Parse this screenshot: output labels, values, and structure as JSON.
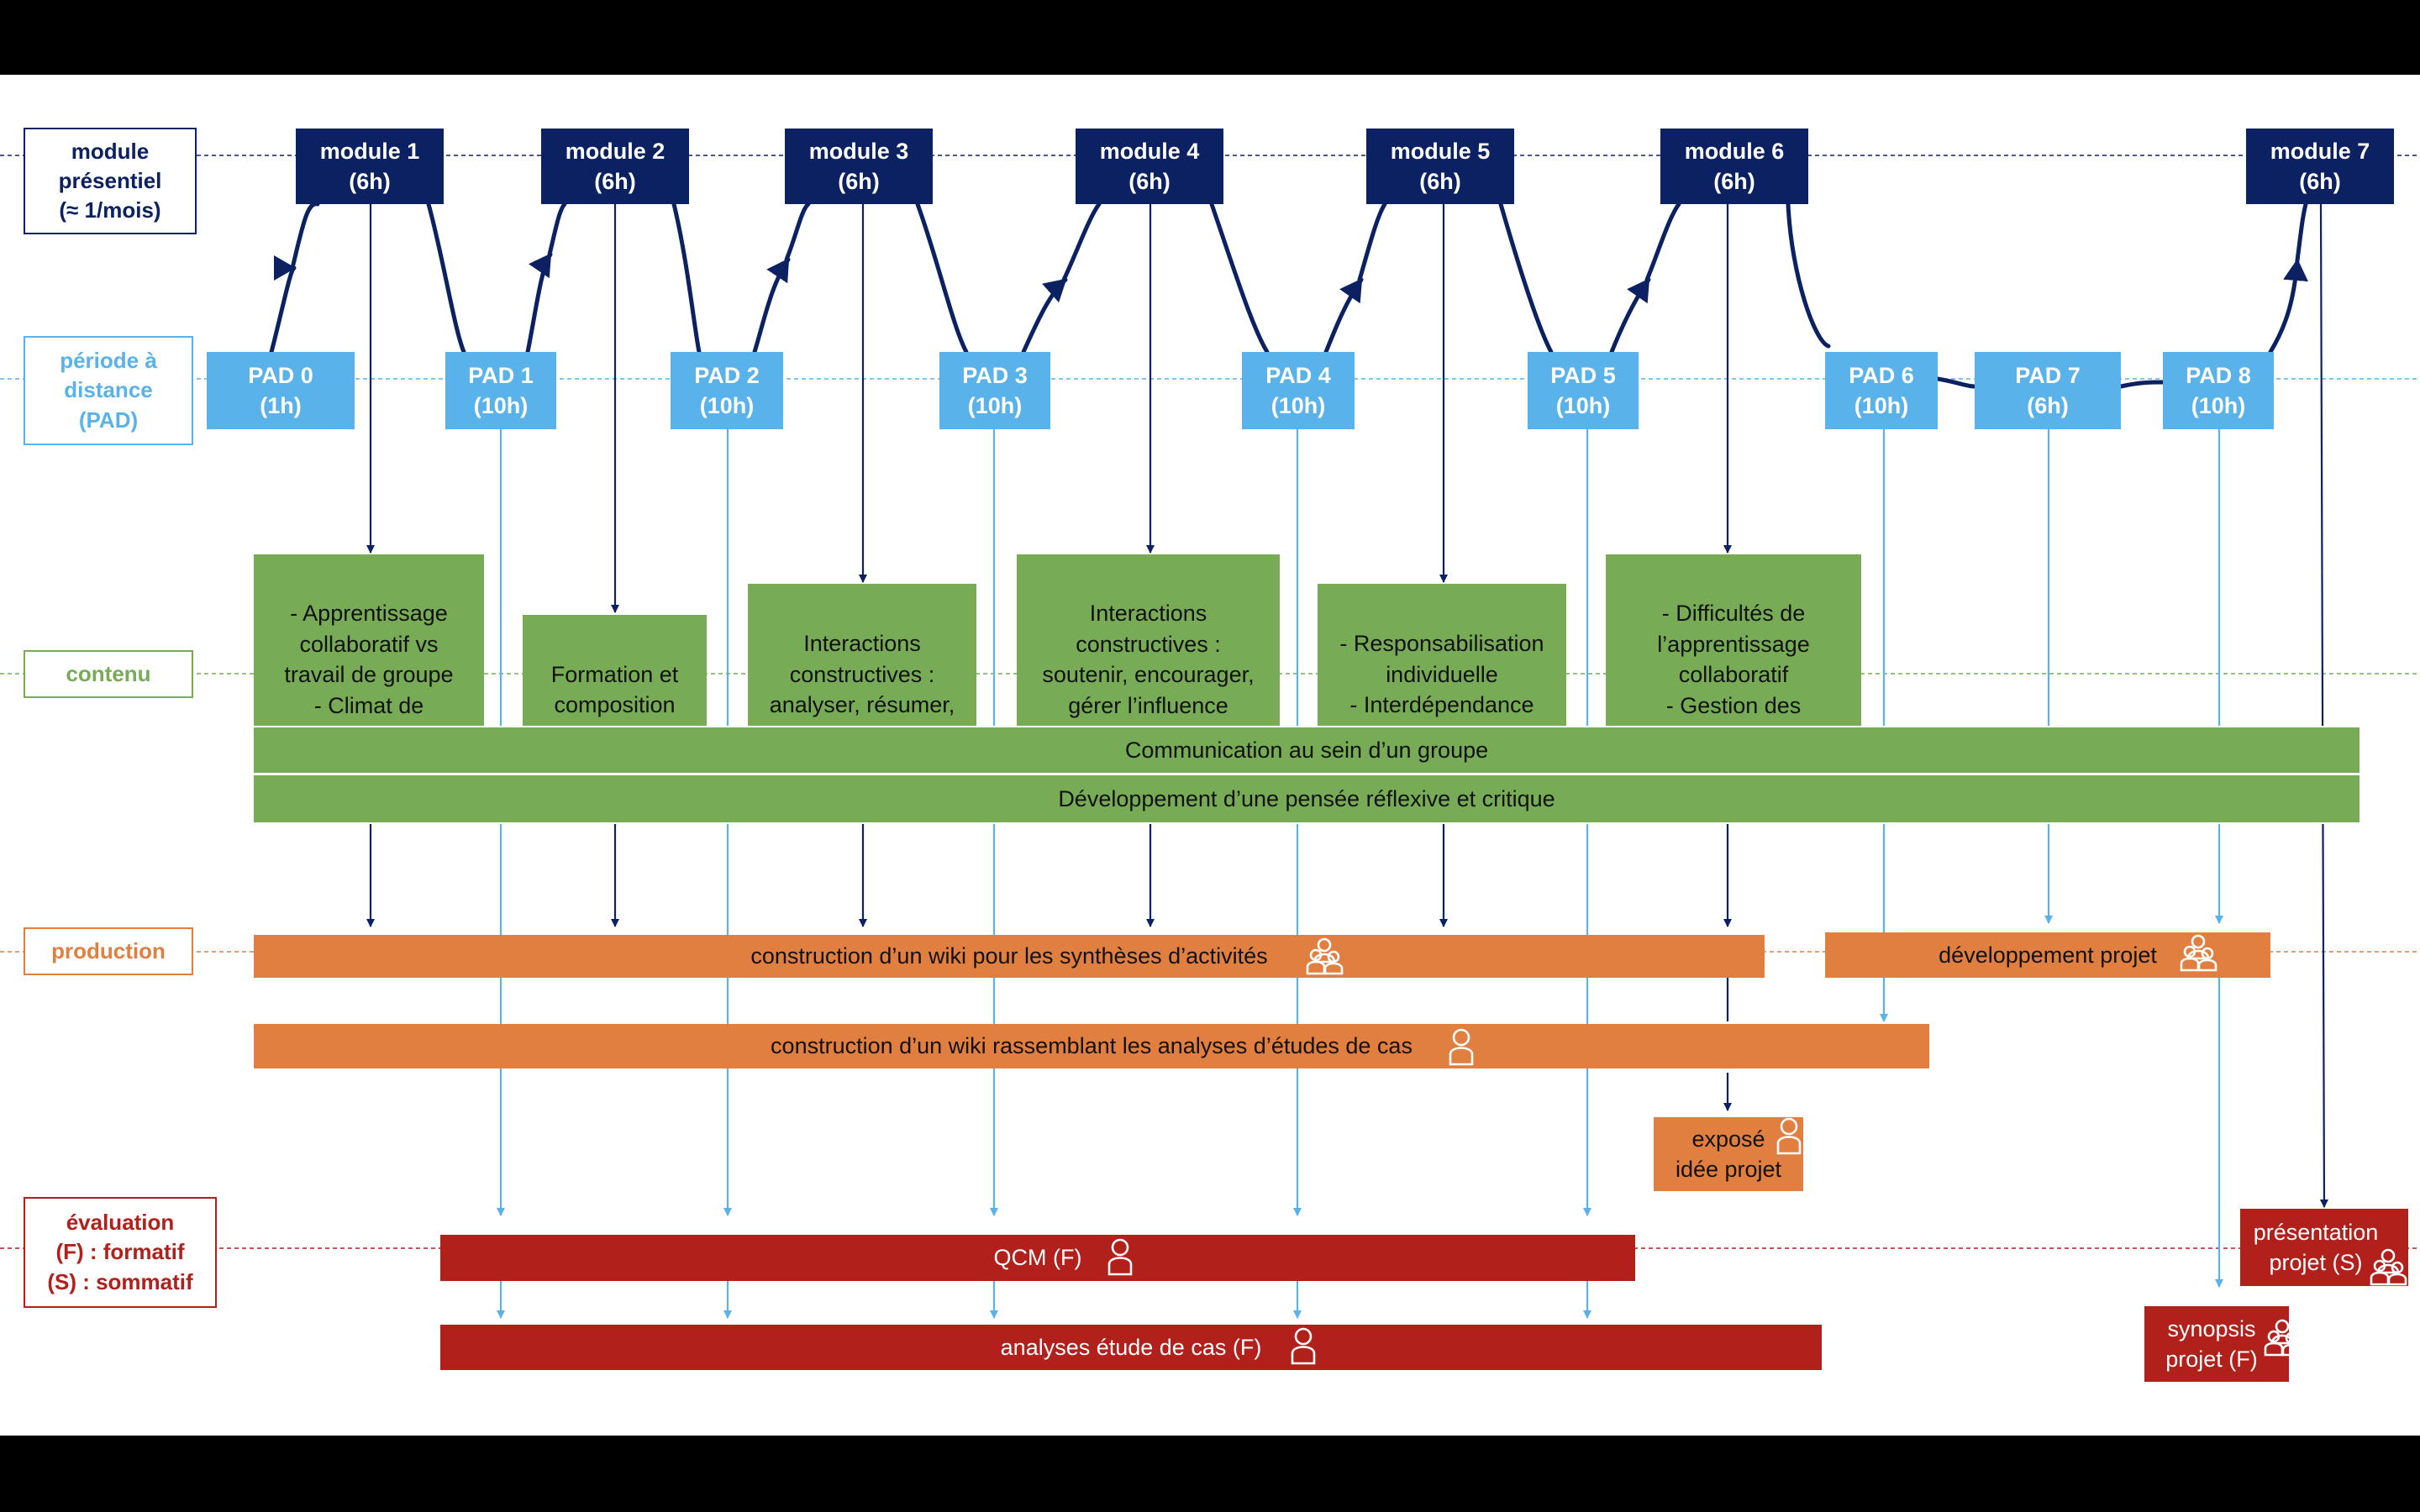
{
  "colors": {
    "dark_blue": "#0b2161",
    "light_blue": "#59b3ea",
    "green": "#77ab56",
    "orange": "#e17f40",
    "red": "#b1201b"
  },
  "row_labels": {
    "module": "module\nprésentiel\n(≈ 1/mois)",
    "pad": "période à\ndistance\n(PAD)",
    "contenu": "contenu",
    "production": "production",
    "evaluation": "évaluation\n(F) : formatif\n(S) : sommatif"
  },
  "modules": [
    {
      "label": "module 1\n(6h)"
    },
    {
      "label": "module 2\n(6h)"
    },
    {
      "label": "module 3\n(6h)"
    },
    {
      "label": "module 4\n(6h)"
    },
    {
      "label": "module 5\n(6h)"
    },
    {
      "label": "module 6\n(6h)"
    },
    {
      "label": "module 7\n(6h)"
    }
  ],
  "pads": [
    {
      "label": "PAD 0\n(1h)"
    },
    {
      "label": "PAD 1\n(10h)"
    },
    {
      "label": "PAD 2\n(10h)"
    },
    {
      "label": "PAD 3\n(10h)"
    },
    {
      "label": "PAD 4\n(10h)"
    },
    {
      "label": "PAD 5\n(10h)"
    },
    {
      "label": "PAD 6\n(10h)"
    },
    {
      "label": "PAD 7\n(6h)"
    },
    {
      "label": "PAD 8\n(10h)"
    }
  ],
  "contenus": [
    {
      "text": "- Apprentissage\ncollaboratif vs\ntravail de groupe\n- Climat de\nconfiance"
    },
    {
      "text": "Formation et\ncomposition\ndes groupes"
    },
    {
      "text": "Interactions\nconstructives :\nanalyser, résumer,\nexpliquer"
    },
    {
      "text": "Interactions\nconstructives :\nsoutenir, encourager,\ngérer l’influence\nsociale"
    },
    {
      "text": "- Responsabilisation\nindividuelle\n- Interdépendance\npositive"
    },
    {
      "text": "- Difficultés de\nl’apprentissage\ncollaboratif\n- Gestion des\nimprévus"
    }
  ],
  "bands": {
    "communication": "Communication au sein d’un groupe",
    "reflexion": "Développement d’une pensée réflexive et critique"
  },
  "productions": {
    "wiki_syntheses": "construction d’un wiki  pour les synthèses d’activités",
    "developpement_projet": "développement projet",
    "wiki_analyses": "construction d’un wiki rassemblant les analyses d’études de cas",
    "expose": "exposé\nidée projet"
  },
  "evaluations": {
    "qcm": "QCM (F)",
    "analyses": "analyses étude de cas (F)",
    "presentation": "présentation\nprojet  (S)",
    "synopsis": "synopsis\nprojet (F)"
  },
  "icons": {
    "group": "group-people-icon",
    "single": "person-icon"
  }
}
